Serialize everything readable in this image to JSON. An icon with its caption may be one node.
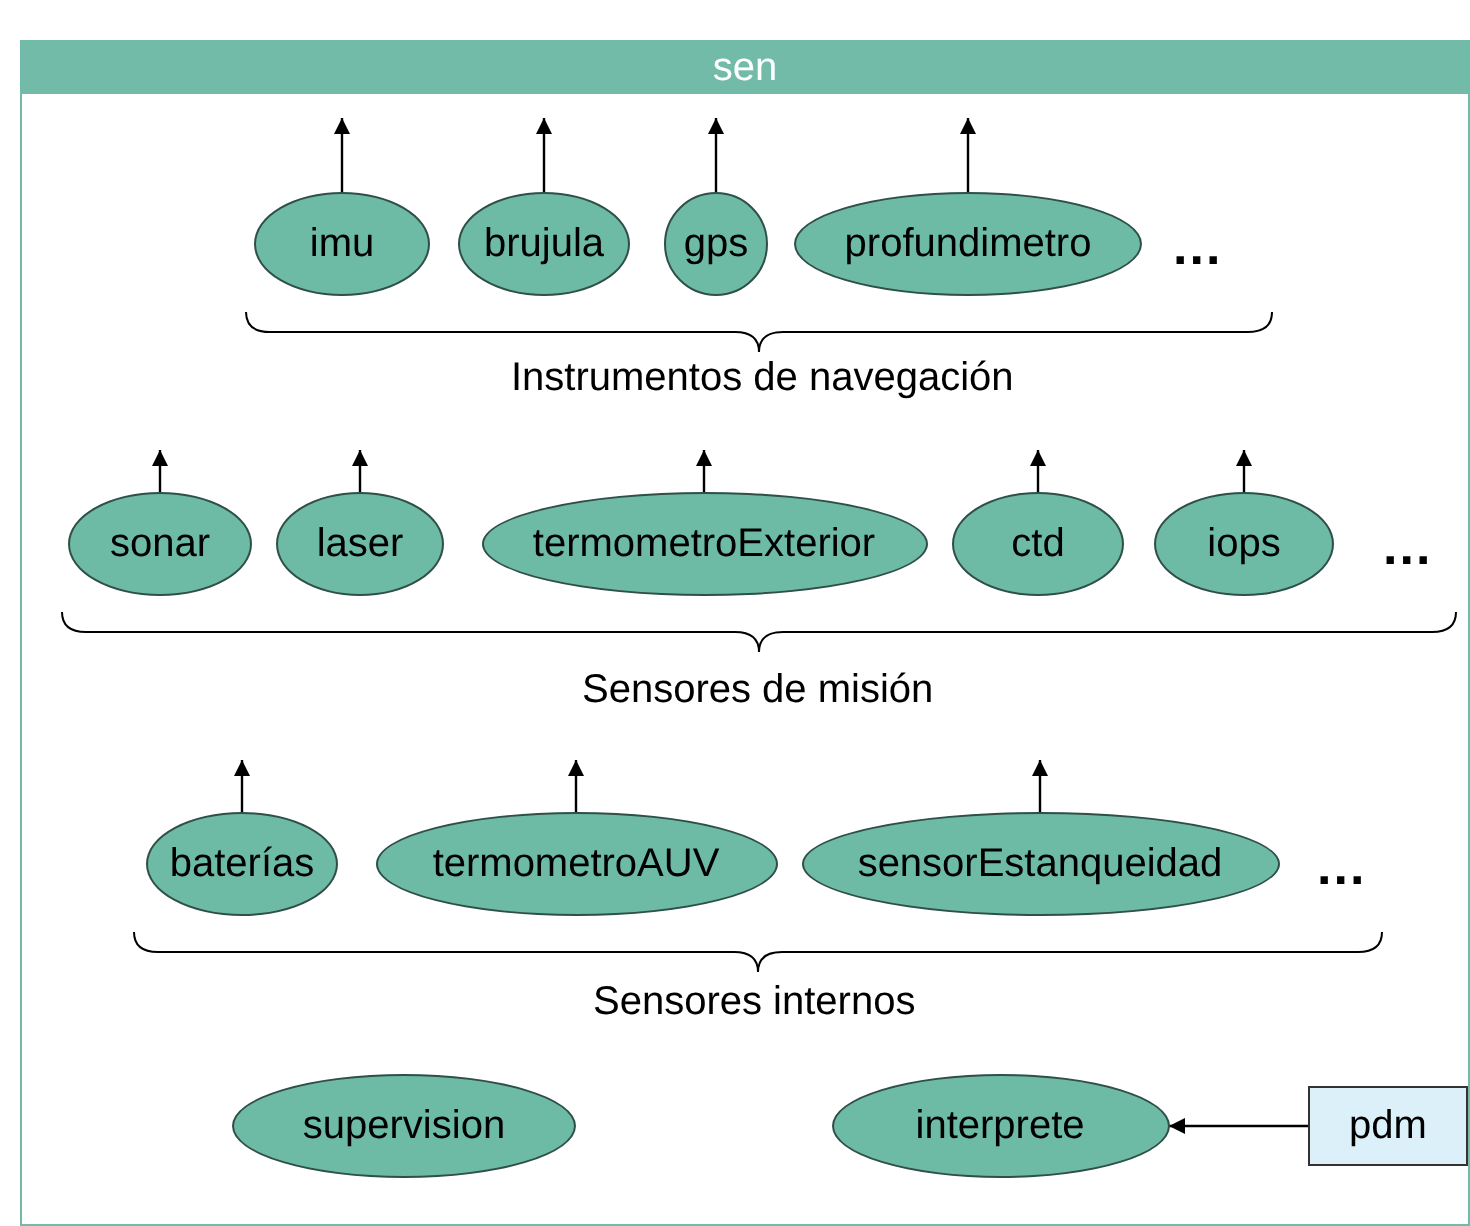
{
  "diagram": {
    "nodes": [
      {
        "text": [
          "sen"
        ]
      },
      {
        "text": [
          "imu"
        ],
        "in": 0
      },
      {
        "text": [
          "brujula"
        ],
        "in": 0
      },
      {
        "text": [
          "gps"
        ],
        "in": 0
      },
      {
        "text": [
          "profundimetro"
        ],
        "in": 0
      },
      {
        "text": [
          "sonar"
        ],
        "in": 0
      },
      {
        "text": [
          "laser"
        ],
        "in": 0
      },
      {
        "text": [
          "termometroExterior"
        ],
        "in": 0
      },
      {
        "text": [
          "ctd"
        ],
        "in": 0
      },
      {
        "text": [
          "iops"
        ],
        "in": 0
      },
      {
        "text": [
          "baterías"
        ],
        "in": 0
      },
      {
        "text": [
          "termometroAUV"
        ],
        "in": 0
      },
      {
        "text": [
          "sensorEstanqueidad"
        ],
        "in": 0
      },
      {
        "text": [
          "supervision"
        ],
        "in": 0
      },
      {
        "text": [
          "interprete"
        ],
        "in": 0
      },
      {
        "text": [
          "pdm"
        ],
        "in": 0
      }
    ],
    "edges": [
      {
        "from": 1,
        "to": null,
        "arrow": "to"
      },
      {
        "from": 2,
        "to": null,
        "arrow": "to"
      },
      {
        "from": 3,
        "to": null,
        "arrow": "to"
      },
      {
        "from": 4,
        "to": null,
        "arrow": "to"
      },
      {
        "from": 5,
        "to": null,
        "arrow": "to"
      },
      {
        "from": 6,
        "to": null,
        "arrow": "to"
      },
      {
        "from": 7,
        "to": null,
        "arrow": "to"
      },
      {
        "from": 8,
        "to": null,
        "arrow": "to"
      },
      {
        "from": 9,
        "to": null,
        "arrow": "to"
      },
      {
        "from": 10,
        "to": null,
        "arrow": "to"
      },
      {
        "from": 11,
        "to": null,
        "arrow": "to"
      },
      {
        "from": 12,
        "to": null,
        "arrow": "to"
      },
      {
        "from": 15,
        "to": 14,
        "arrow": "to"
      }
    ],
    "labels": [
      "...",
      "Instrumentos de navegación",
      "...",
      "Sensores de misión",
      "...",
      "Sensores internos"
    ]
  }
}
